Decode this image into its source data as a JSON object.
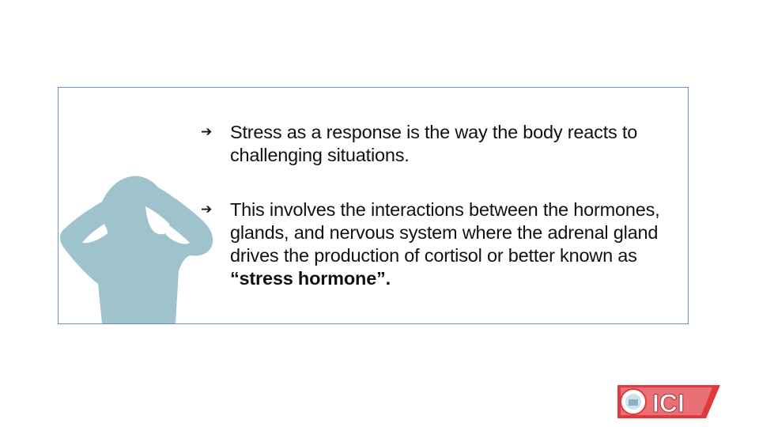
{
  "slide": {
    "bullets": [
      {
        "text": "Stress as a response is the way the body reacts to challenging situations."
      },
      {
        "text": "This involves the interactions between the hormones, glands, and nervous system where the adrenal gland drives the production of cortisol or better known as ",
        "bold_text": "“stress hormone”."
      }
    ],
    "logo_text": "ICI"
  },
  "colors": {
    "box_border": "#6d8fc7",
    "silhouette": "#9fc3cd",
    "logo_red": "#e03a3e",
    "logo_white": "#ffffff"
  },
  "icons": {
    "bullet": "arrow-right-icon",
    "figure": "stressed-person-silhouette",
    "logo": "ici-logo"
  }
}
